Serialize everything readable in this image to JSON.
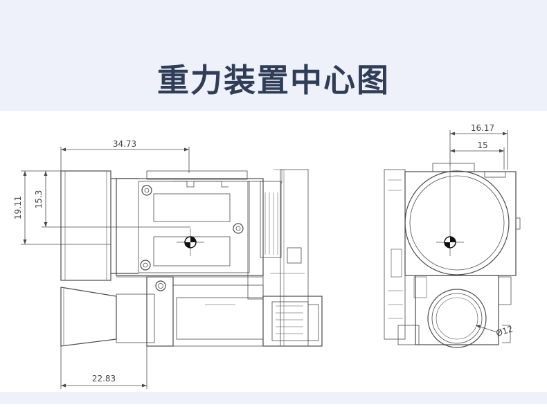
{
  "page": {
    "title": "重力装置中心图"
  },
  "dimensions": {
    "front": {
      "top_width": "34.73",
      "height_outer": "19.11",
      "height_inner": "15.3",
      "bottom_width": "22.83"
    },
    "side": {
      "top_outer": "16.17",
      "top_inner": "15",
      "lens_diameter": "Ø12"
    }
  },
  "colors": {
    "header_bg": "#eef1fa",
    "title": "#2f3d57",
    "line": "#444444",
    "centermark": "#111111"
  }
}
